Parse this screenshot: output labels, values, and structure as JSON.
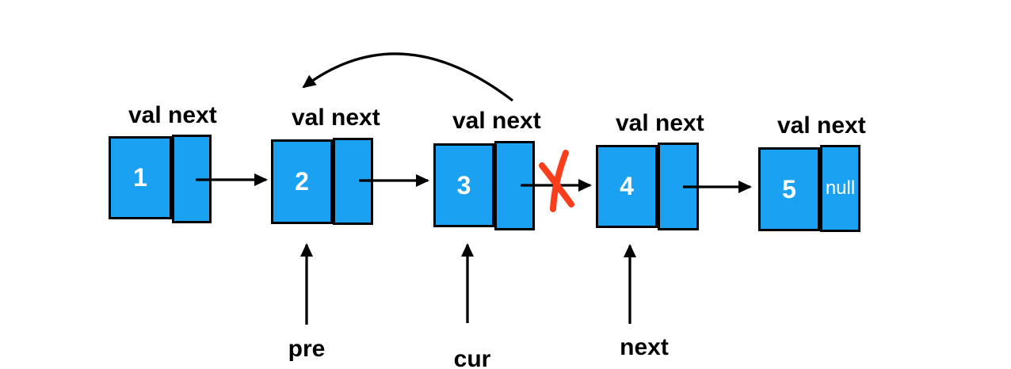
{
  "diagram": {
    "nodes": [
      {
        "header": "val next",
        "value": "1",
        "next": ""
      },
      {
        "header": "val next",
        "value": "2",
        "next": ""
      },
      {
        "header": "val next",
        "value": "3",
        "next": ""
      },
      {
        "header": "val next",
        "value": "4",
        "next": ""
      },
      {
        "header": "val next",
        "value": "5",
        "next": "null"
      }
    ],
    "pointers": [
      {
        "label": "pre"
      },
      {
        "label": "cur"
      },
      {
        "label": "next"
      }
    ],
    "colors": {
      "node_fill": "#1BA1F2",
      "node_border": "#000000",
      "arrow_color": "#000000",
      "cross_color": "#FA3E1C",
      "background": "#FFFFFF",
      "node_text_color": "#FFFFFF",
      "label_color": "#000000"
    }
  }
}
